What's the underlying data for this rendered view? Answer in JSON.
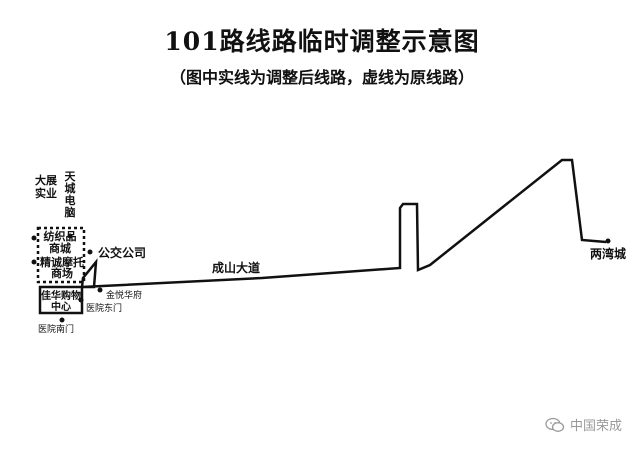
{
  "title": "101路线路临时调整示意图",
  "subtitle": "（图中实线为调整后线路，虚线为原线路）",
  "labels": {
    "dazhan": "大展实业",
    "tiancheng": "天城电脑",
    "fangzhipin": "纺织品商城",
    "jingcheng": "精诚摩托商场",
    "gongjiao": "公交公司",
    "jiahua": "佳华购物中心",
    "jinyue": "金悦华府",
    "yiyuan_dongmen": "医院东门",
    "yiyuan_nanmen": "医院南门",
    "chengshan": "成山大道",
    "liangwancheng": "两湾城"
  },
  "watermark": "中国荣成",
  "colors": {
    "route": "#111111",
    "watermark": "#9a9a9a"
  }
}
